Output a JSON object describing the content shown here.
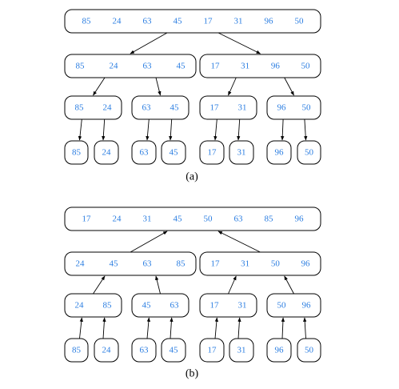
{
  "number_color": "#2a7de1",
  "line_color": "#000000",
  "panels": [
    {
      "caption": "(a)",
      "arrow_direction": "down",
      "levels": [
        [
          [
            "85",
            "24",
            "63",
            "45",
            "17",
            "31",
            "96",
            "50"
          ]
        ],
        [
          [
            "85",
            "24",
            "63",
            "45"
          ],
          [
            "17",
            "31",
            "96",
            "50"
          ]
        ],
        [
          [
            "85",
            "24"
          ],
          [
            "63",
            "45"
          ],
          [
            "17",
            "31"
          ],
          [
            "96",
            "50"
          ]
        ],
        [
          [
            "85"
          ],
          [
            "24"
          ],
          [
            "63"
          ],
          [
            "45"
          ],
          [
            "17"
          ],
          [
            "31"
          ],
          [
            "96"
          ],
          [
            "50"
          ]
        ]
      ]
    },
    {
      "caption": "(b)",
      "arrow_direction": "up",
      "levels": [
        [
          [
            "17",
            "24",
            "31",
            "45",
            "50",
            "63",
            "85",
            "96"
          ]
        ],
        [
          [
            "24",
            "45",
            "63",
            "85"
          ],
          [
            "17",
            "31",
            "50",
            "96"
          ]
        ],
        [
          [
            "24",
            "85"
          ],
          [
            "45",
            "63"
          ],
          [
            "17",
            "31"
          ],
          [
            "50",
            "96"
          ]
        ],
        [
          [
            "85"
          ],
          [
            "24"
          ],
          [
            "63"
          ],
          [
            "45"
          ],
          [
            "17"
          ],
          [
            "31"
          ],
          [
            "96"
          ],
          [
            "50"
          ]
        ]
      ]
    }
  ]
}
